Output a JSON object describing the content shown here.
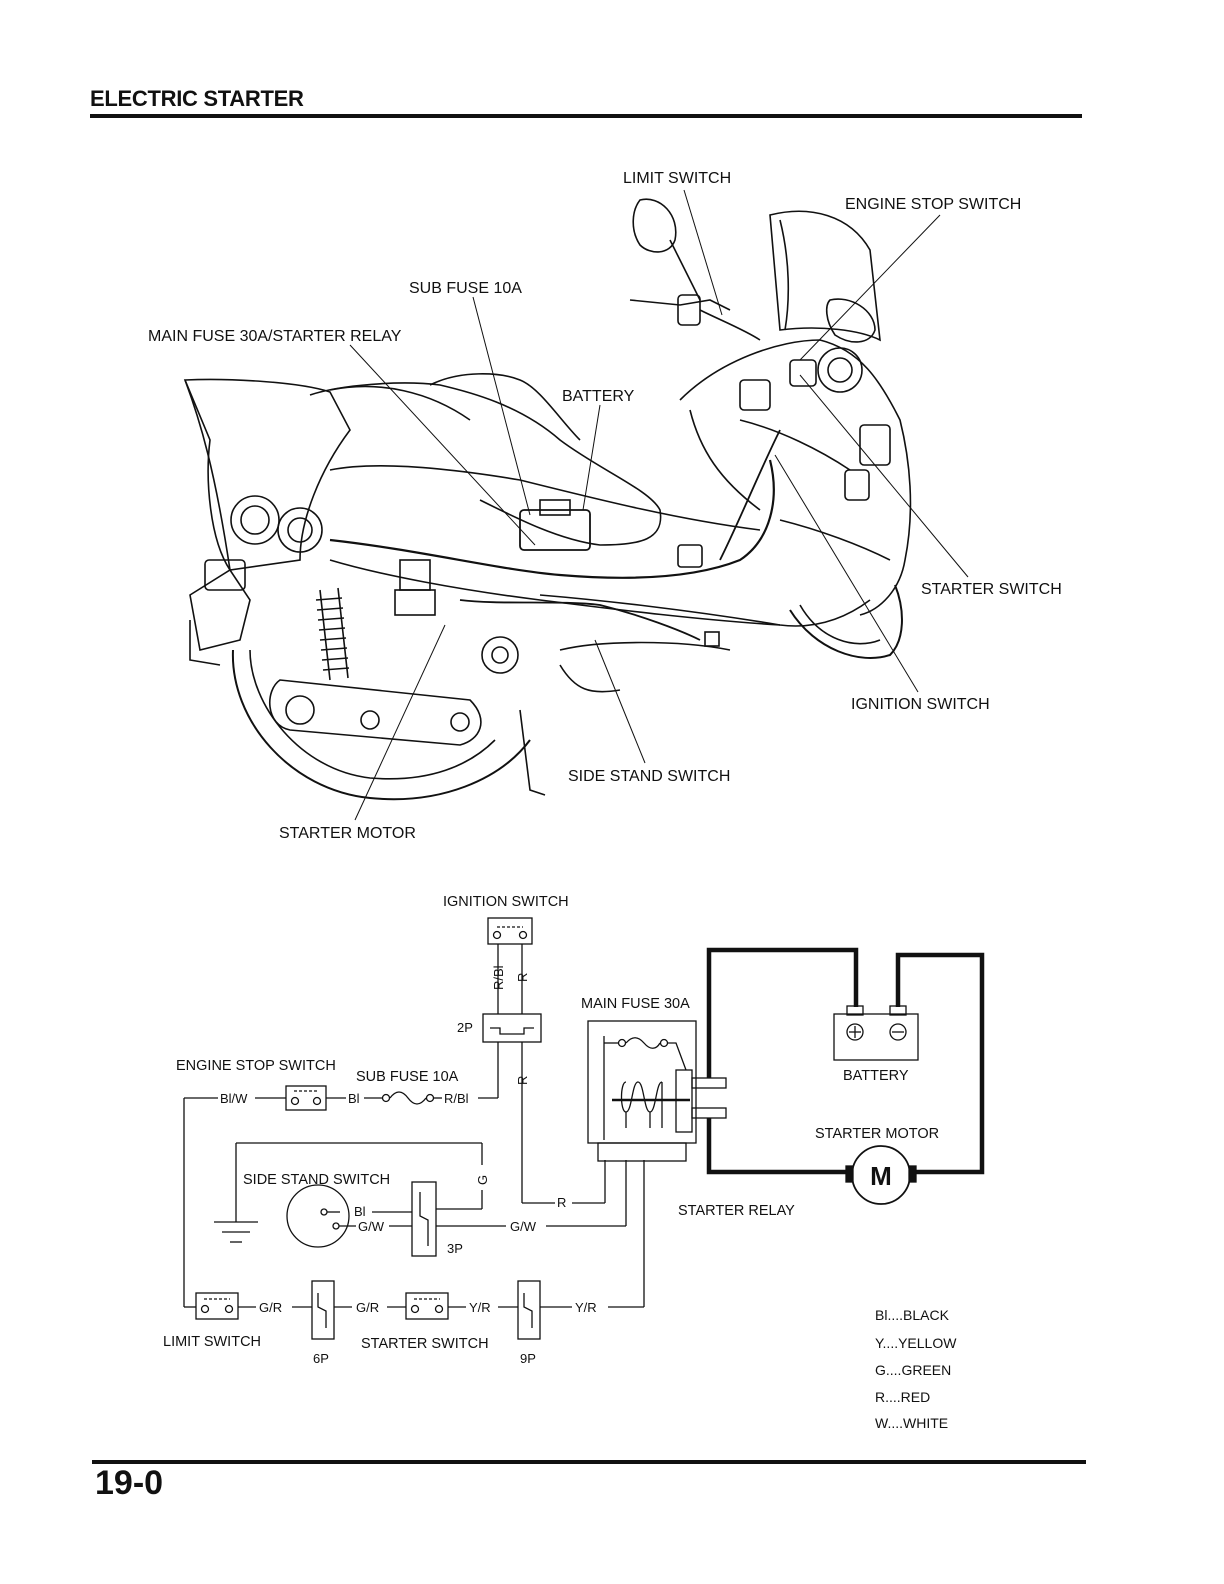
{
  "header": {
    "title": "ELECTRIC STARTER",
    "page_number": "19-0"
  },
  "illustration_labels": {
    "limit_switch": "LIMIT SWITCH",
    "engine_stop_switch": "ENGINE STOP SWITCH",
    "sub_fuse": "SUB FUSE 10A",
    "main_fuse_relay": "MAIN FUSE 30A/STARTER RELAY",
    "battery": "BATTERY",
    "starter_switch": "STARTER SWITCH",
    "ignition_switch": "IGNITION SWITCH",
    "side_stand_switch": "SIDE STAND SWITCH",
    "starter_motor": "STARTER MOTOR"
  },
  "schematic": {
    "ignition_switch": "IGNITION SWITCH",
    "main_fuse": "MAIN FUSE 30A",
    "engine_stop_switch": "ENGINE STOP SWITCH",
    "sub_fuse": "SUB FUSE 10A",
    "battery": "BATTERY",
    "starter_motor": "STARTER MOTOR",
    "starter_relay": "STARTER RELAY",
    "side_stand_switch": "SIDE STAND SWITCH",
    "limit_switch": "LIMIT SWITCH",
    "starter_switch": "STARTER SWITCH",
    "motor_symbol": "M",
    "connectors": {
      "c2p": "2P",
      "c3p": "3P",
      "c6p": "6P",
      "c9p": "9P"
    },
    "wires": {
      "r_bl": "R/Bl",
      "r": "R",
      "bl_w": "Bl/W",
      "bl": "Bl",
      "g": "G",
      "g_w": "G/W",
      "g_r": "G/R",
      "y_r": "Y/R"
    },
    "legend": [
      "Bl....BLACK",
      "Y....YELLOW",
      "G....GREEN",
      "R....RED",
      "W....WHITE"
    ]
  }
}
